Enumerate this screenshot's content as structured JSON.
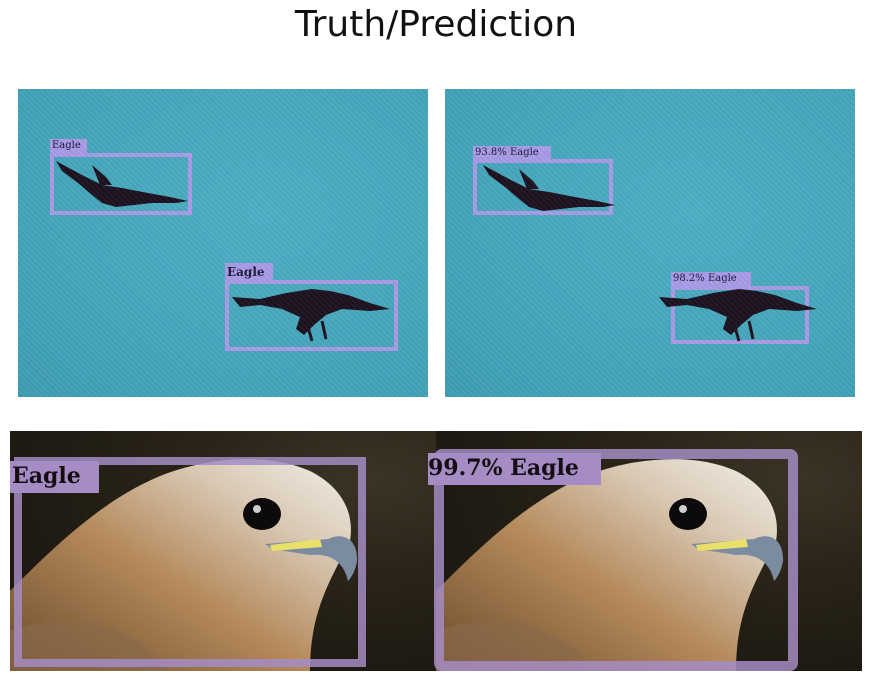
{
  "title": "Truth/Prediction",
  "panels": {
    "truth_top": {
      "labels": [
        "Eagle",
        "Eagle"
      ]
    },
    "pred_top": {
      "labels": [
        "93.8% Eagle",
        "98.2% Eagle"
      ]
    },
    "truth_bottom": {
      "labels": [
        "Eagle"
      ]
    },
    "pred_bottom": {
      "labels": [
        "99.7% Eagle"
      ]
    }
  },
  "colors": {
    "sky": "#46a7bd",
    "box": "#a99ae6",
    "box_dark": "#a58cc4",
    "bird": "#1d1320"
  },
  "icons": [
    "flying-eagle-icon",
    "hawk-head-icon"
  ]
}
